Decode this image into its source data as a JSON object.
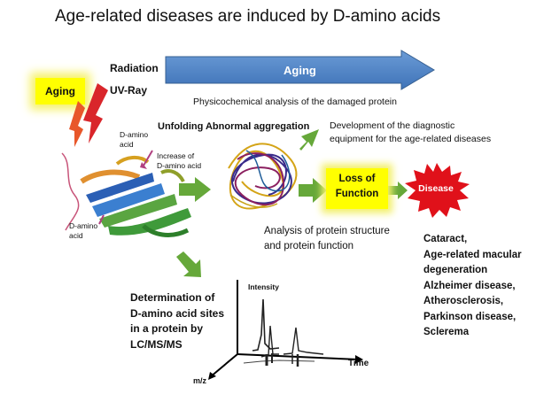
{
  "title": "Age-related diseases are induced by D-amino acids",
  "aging_box": "Aging",
  "radiation": "Radiation",
  "uv_ray": "UV-Ray",
  "aging_bar": "Aging",
  "physico": "Physicochemical analysis of the damaged protein",
  "unfolding": "Unfolding Abnormal aggregation",
  "development_line1": "Development of the diagnostic",
  "development_line2": "equipment for the age-related diseases",
  "d_amino_top_line1": "D-amino",
  "d_amino_top_line2": "acid",
  "increase_line1": "Increase of",
  "increase_line2": "D-amino acid",
  "d_amino_bottom_line1": "D-amino",
  "d_amino_bottom_line2": "acid",
  "loss_line1": "Loss of",
  "loss_line2": "Function",
  "disease": "Disease",
  "analysis_line1": "Analysis of protein structure",
  "analysis_line2": "and protein function",
  "diseases_list": [
    "Cataract,",
    "Age-related macular",
    "degeneration",
    "Alzheimer disease,",
    "Atherosclerosis,",
    "Parkinson disease,",
    "Sclerema"
  ],
  "determination": [
    "Determination of",
    "D-amino acid sites",
    "in a protein by",
    "LC/MS/MS"
  ],
  "chart": {
    "y_axis": "Intensity",
    "x_axis": "Time",
    "z_axis": "m/z"
  },
  "colors": {
    "aging_bar": "#4f81bd",
    "highlight": "#ffff00",
    "green_arrow": "#5fa32f",
    "disease": "#e0111a",
    "radiation_arrow": "#d9262b"
  }
}
